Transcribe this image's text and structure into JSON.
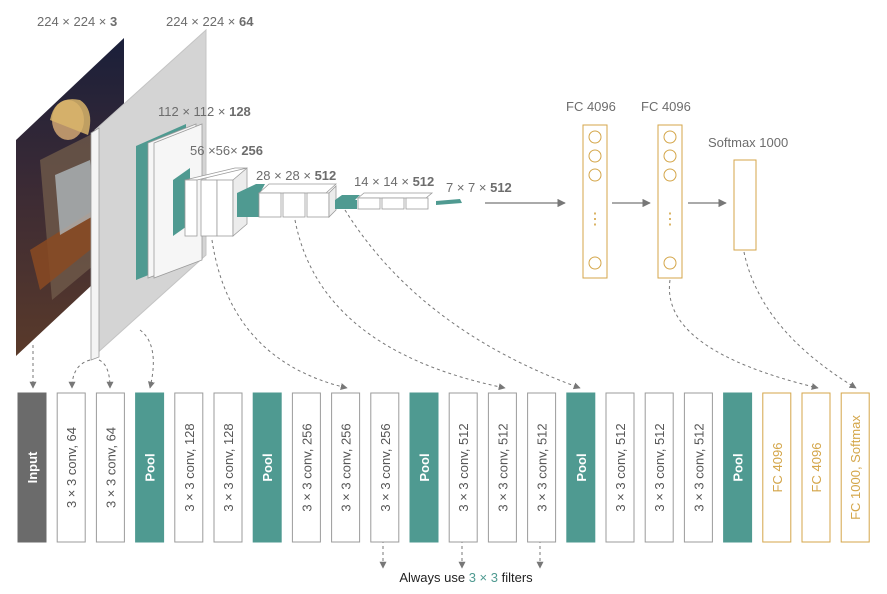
{
  "colors": {
    "pool": "#4f9a91",
    "input": "#6b6b6b",
    "fc": "#d4a64a",
    "block_border": "#9b9b9b",
    "arrow": "#777777",
    "dim_text": "#6d6d6d",
    "slab_gray": "#d4d4d4"
  },
  "top_dims": {
    "d1": {
      "pre": "224 × 224 × ",
      "bold": "3"
    },
    "d2": {
      "pre": "224 × 224 × ",
      "bold": "64"
    },
    "d3": {
      "pre": "112 × 112 × ",
      "bold": "128"
    },
    "d4": {
      "pre": "56 ×56× ",
      "bold": "256"
    },
    "d5": {
      "pre": "28 × 28 × ",
      "bold": "512"
    },
    "d6": {
      "pre": "14 × 14 × ",
      "bold": "512"
    },
    "d7": {
      "pre": "7 × 7 × ",
      "bold": "512"
    }
  },
  "fc_top": {
    "fc1": "FC 4096",
    "fc2": "FC 4096",
    "softmax": "Softmax 1000",
    "ellipsis": "⋮"
  },
  "layers": [
    {
      "type": "input",
      "label": "Input"
    },
    {
      "type": "conv",
      "label": "3 × 3 conv,  64"
    },
    {
      "type": "conv",
      "label": "3 × 3 conv,  64"
    },
    {
      "type": "pool",
      "label": "Pool"
    },
    {
      "type": "conv",
      "label": "3 × 3 conv,  128"
    },
    {
      "type": "conv",
      "label": "3 × 3 conv,  128"
    },
    {
      "type": "pool",
      "label": "Pool"
    },
    {
      "type": "conv",
      "label": "3 × 3 conv,  256"
    },
    {
      "type": "conv",
      "label": "3 × 3 conv,  256"
    },
    {
      "type": "conv",
      "label": "3 × 3 conv,  256"
    },
    {
      "type": "pool",
      "label": "Pool"
    },
    {
      "type": "conv",
      "label": "3 × 3 conv,  512"
    },
    {
      "type": "conv",
      "label": "3 × 3 conv,  512"
    },
    {
      "type": "conv",
      "label": "3 × 3 conv,  512"
    },
    {
      "type": "pool",
      "label": "Pool"
    },
    {
      "type": "conv",
      "label": "3 × 3 conv,  512"
    },
    {
      "type": "conv",
      "label": "3 × 3 conv,  512"
    },
    {
      "type": "conv",
      "label": "3 × 3 conv,  512"
    },
    {
      "type": "pool",
      "label": "Pool"
    },
    {
      "type": "fc",
      "label": "FC 4096"
    },
    {
      "type": "fc",
      "label": "FC 4096"
    },
    {
      "type": "fc",
      "label": "FC 1000, Softmax"
    }
  ],
  "caption": {
    "pre": "Always use ",
    "highlight": "3 × 3",
    "post": " filters"
  }
}
